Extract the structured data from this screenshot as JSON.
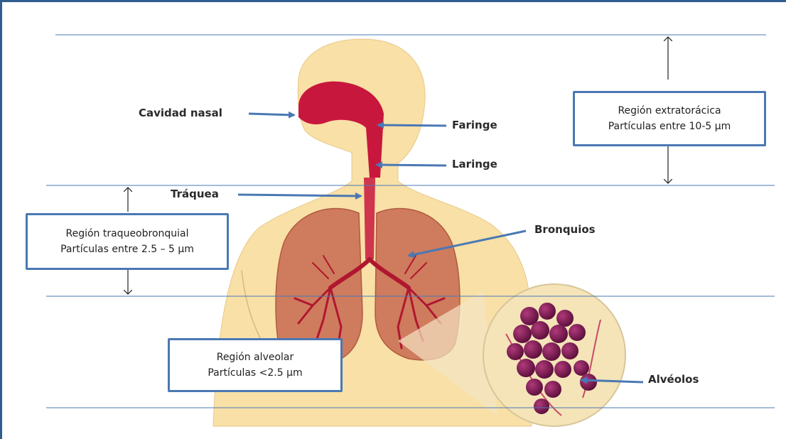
{
  "colors": {
    "region_line": "#4a78b4",
    "box_border": "#4a78b4",
    "arrow": "#4a78b4",
    "skin": "#f8e0a6",
    "airway": "#c8173d",
    "lung": "#cf7b5e",
    "alveoli": "#8a1b5a"
  },
  "organs": {
    "cavidad_nasal": "Cavidad nasal",
    "faringe": "Faringe",
    "laringe": "Laringe",
    "traquea": "Tráquea",
    "bronquios": "Bronquios",
    "alveolos": "Alvéolos"
  },
  "regions": {
    "extratoracica": {
      "title": "Región extratorácica",
      "particles": "Partículas entre 10-5 µm"
    },
    "traqueobronquial": {
      "title": "Región traqueobronquial",
      "particles": "Partículas entre 2.5 – 5 µm"
    },
    "alveolar": {
      "title": "Región alveolar",
      "particles": "Partículas <2.5 µm"
    }
  }
}
